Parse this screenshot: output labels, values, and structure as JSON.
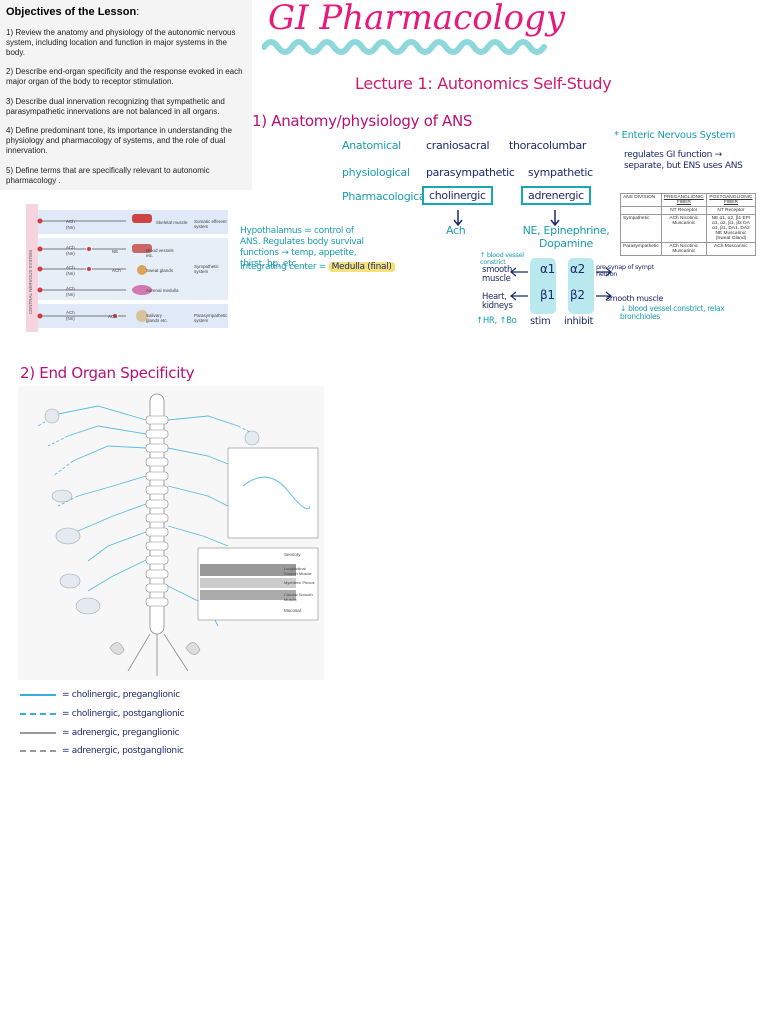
{
  "objectives": {
    "title": "Objectives of the Lesson",
    "title_suffix": ":",
    "items": [
      "1) Review the anatomy and physiology of the autonomic nervous system, including location and function in major systems in the body.",
      "2) Describe end-organ specificity and the response evoked in each major organ of the body to receptor stimulation.",
      "3) Describe dual innervation recognizing that sympathetic and parasympathetic innervations are not balanced in all organs.",
      "4) Define predominant tone, its importance in understanding the physiology and pharmacology of systems, and the role of dual innervation.",
      "5) Define terms that are specifically relevant to autonomic pharmacology ."
    ]
  },
  "header": {
    "title": "GI Pharmacology",
    "lecture": "Lecture 1: Autonomics Self-Study"
  },
  "section1": {
    "title": "1) Anatomy/physiology of ANS",
    "rows": [
      {
        "label": "Anatomical",
        "para": "craniosacral",
        "symp": "thoracolumbar"
      },
      {
        "label": "physiological",
        "para": "parasympathetic",
        "symp": "sympathetic"
      },
      {
        "label": "Pharmacological",
        "para": "cholinergic",
        "symp": "adrenergic"
      }
    ],
    "para_nt": "Ach",
    "symp_nt": "NE, Epinephrine, Dopamine",
    "hypothalamus_note": "Hypothalamus = control of ANS. Regulates body survival functions → temp, appetite, thirst, bp, etc",
    "integrating_label": "Integrating center =",
    "integrating_value": "Medulla (final)",
    "enteric_title": "* Enteric Nervous System",
    "enteric_note": "regulates GI function → separate, but ENS uses ANS",
    "receptors": {
      "alpha1": "α1",
      "alpha2": "α2",
      "beta1": "β1",
      "beta2": "β2",
      "alpha1_effect_top": "↑ blood vessel constrict",
      "alpha1_effect": "smooth muscle",
      "beta1_effect": "Heart, kidneys",
      "beta1_detail": "↑HR, ↑Bo",
      "alpha2_effect": "pre-synap of sympt neuron",
      "beta2_effect": "smooth muscle",
      "beta2_detail": "↓ blood vessel constrict, relax bronchioles",
      "stim_label": "stim",
      "inhibit_label": "inhibit"
    },
    "figure_cns": {
      "side_label": "CENTRAL NERVOUS SYSTEM",
      "rows": [
        {
          "nt": "ACh",
          "receptor": "(Nn)",
          "target": "Skeletal muscle",
          "system": "Somatic efferent system"
        },
        {
          "nt": "ACh",
          "receptor": "(Nn)",
          "nt2": "NE",
          "target": "Blood vessels etc.",
          "system": "Sympathetic system"
        },
        {
          "nt": "ACh",
          "receptor": "(Nn)",
          "nt2": "ACh",
          "target": "Sweat glands",
          "system": ""
        },
        {
          "nt": "ACh",
          "receptor": "(Nn)",
          "target": "Adrenal medulla",
          "system": ""
        },
        {
          "nt": "ACh",
          "receptor": "(Nn)",
          "nt2": "ACh",
          "target": "Salivary glands etc.",
          "system": "Parasympathetic system"
        }
      ]
    },
    "ans_table": {
      "headers": [
        "ANS DIVISION",
        "PREGANGLIONIC FIBER",
        "POSTGANGLIONIC FIBER"
      ],
      "subheaders": [
        "",
        "NT Receptor",
        "NT Receptor"
      ],
      "rows": [
        [
          "Sympathetic",
          "ACh Nicotinic Muscarinic",
          "NE α1, α2, β1 EPI α1, α2, β1, β2 DA α1, β1, DA1, DA2 NE Muscarinic (Sweat Gland)"
        ],
        [
          "Parasympathetic",
          "ACh Nicotinic Muscarinic",
          "ACh Muscarinic"
        ]
      ]
    }
  },
  "section2": {
    "title": "2) End Organ Specificity",
    "legend": [
      {
        "label": "= cholinergic, preganglionic",
        "style": "solid",
        "color": "#3aaed8"
      },
      {
        "label": "= cholinergic, postganglionic",
        "style": "dashed",
        "color": "#3aaed8"
      },
      {
        "label": "= adrenergic, preganglionic",
        "style": "solid",
        "color": "#9a9a9a"
      },
      {
        "label": "= adrenergic, postganglionic",
        "style": "dashed",
        "color": "#9a9a9a"
      }
    ],
    "diagram_labels": {
      "inset_top": "Sensory",
      "inset_layers": [
        "Longitudinal Smooth Muscle",
        "Myenteric Plexus",
        "Circular Smooth Muscle"
      ],
      "inset_bottom": "Mucosal"
    }
  },
  "colors": {
    "title_pink": "#e8197d",
    "teal": "#1a9cb0",
    "navy": "#1d2a6b",
    "wave": "#8ed8dc"
  }
}
